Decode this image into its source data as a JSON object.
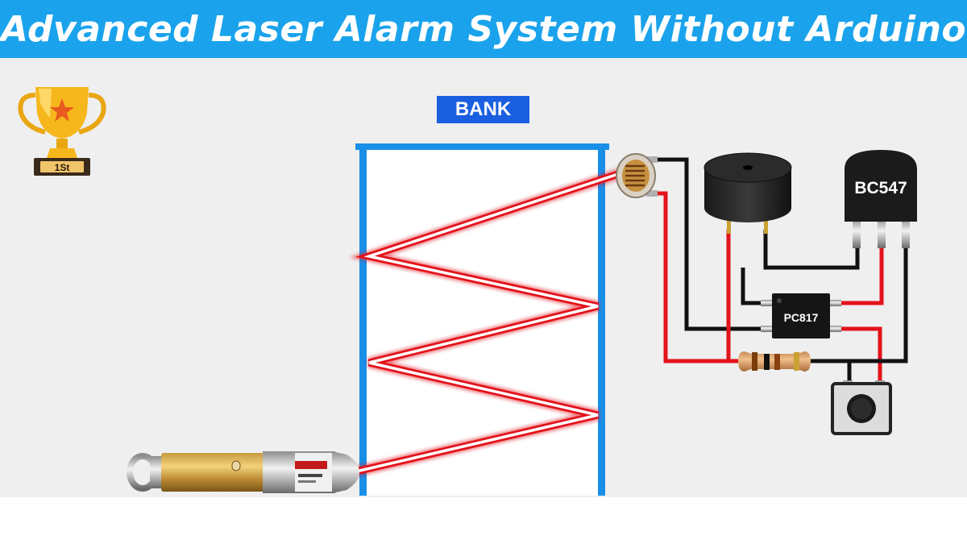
{
  "title": "Advanced Laser Alarm System Without Arduino",
  "bank_label": "BANK",
  "trophy": {
    "badge_text": "1St"
  },
  "components": {
    "transistor_label": "BC547",
    "optocoupler_label": "PC817"
  },
  "colors": {
    "title_bar": "#1aa3ec",
    "bank_wall": "#1a8fe8",
    "bank_label_bg": "#1a5fe0",
    "laser_beam": "#e3121b",
    "wire_red": "#e3121b",
    "wire_black": "#111111"
  }
}
